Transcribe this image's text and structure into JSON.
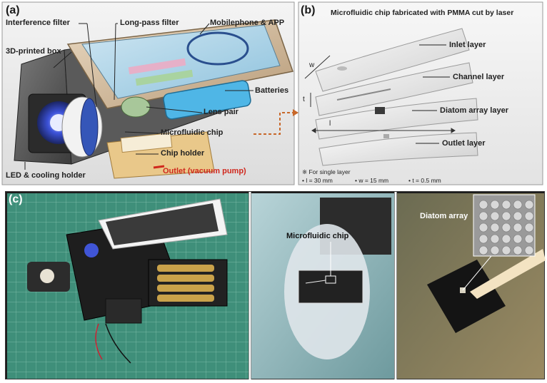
{
  "panel_a": {
    "label": "(a)",
    "callouts": {
      "interference_filter": "Interference filter",
      "long_pass_filter": "Long-pass filter",
      "mobilephone_app": "Mobilephone & APP",
      "printed_box": "3D-printed box",
      "batteries": "Batteries",
      "lens_pair": "Lens pair",
      "microfluidic_chip": "Microfluidic chip",
      "chip_holder": "Chip holder",
      "led_cooling": "LED & cooling holder",
      "outlet": "Outlet (vacuum pump)"
    }
  },
  "panel_b": {
    "label": "(b)",
    "title": "Microfluidic chip fabricated with PMMA cut by laser",
    "layers": {
      "inlet": "Inlet layer",
      "channel": "Channel layer",
      "diatom_array": "Diatom array layer",
      "outlet": "Outlet layer"
    },
    "dim_w": "w",
    "dim_t": "t",
    "dim_l": "l",
    "note_title": "※ For single layer",
    "note_l": "• l = 30 mm",
    "note_w": "• w = 15 mm",
    "note_t": "• t = 0.5 mm"
  },
  "panel_c": {
    "label": "(c)",
    "microfluidic_chip": "Microfluidic chip",
    "diatom_array": "Diatom array"
  },
  "colors": {
    "arrow": "#c8682a",
    "outlet_red": "#d0281d",
    "mat_green": "#3f8f7a"
  }
}
